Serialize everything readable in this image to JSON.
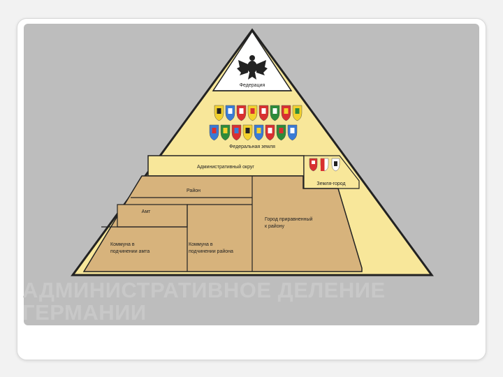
{
  "diagram": {
    "levels": {
      "federation": "Федерация",
      "federal_state": "Федеральная земля",
      "admin_district": "Административный округ",
      "city_state": "Земля-город",
      "district": "Район",
      "amt": "Амт",
      "district_city": "Город приравненный к району",
      "commune_amt": "Коммуна в подчинении амта",
      "commune_district": "Коммуна в подчинении района"
    },
    "colors": {
      "cream": "#f8e79a",
      "tan": "#d7b37c",
      "apex": "#ffffff",
      "outline": "#222222"
    }
  },
  "slide": {
    "title": "АДМИНИСТРАТИВНОЕ ДЕЛЕНИЕ ГЕРМАНИИ"
  }
}
